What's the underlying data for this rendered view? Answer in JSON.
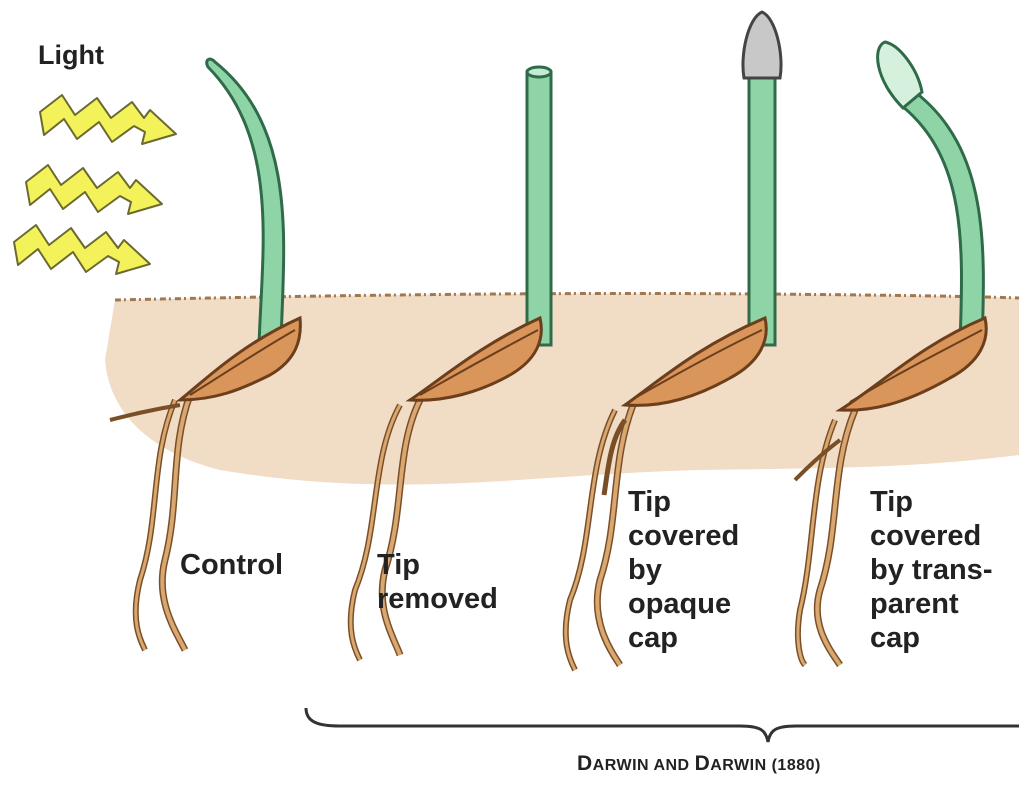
{
  "light_label": "Light",
  "seedlings": [
    {
      "label": "Control"
    },
    {
      "label": "Tip\nremoved"
    },
    {
      "label": "Tip\ncovered\nby\nopaque\n cap"
    },
    {
      "label": "Tip\ncovered\nby trans-\nparent\ncap"
    }
  ],
  "credit": {
    "initial1": "D",
    "word1": "ARWIN AND ",
    "initial2": "D",
    "word2": "ARWIN",
    "year": " (1880)"
  },
  "colors": {
    "shoot": "#8fd4a6",
    "shoot_outline": "#2f6b48",
    "sheath": "#d9955a",
    "soil": "#f1dcc6",
    "light_arrow": "#f4f25a",
    "opaque_cap": "#c8c8c8"
  }
}
